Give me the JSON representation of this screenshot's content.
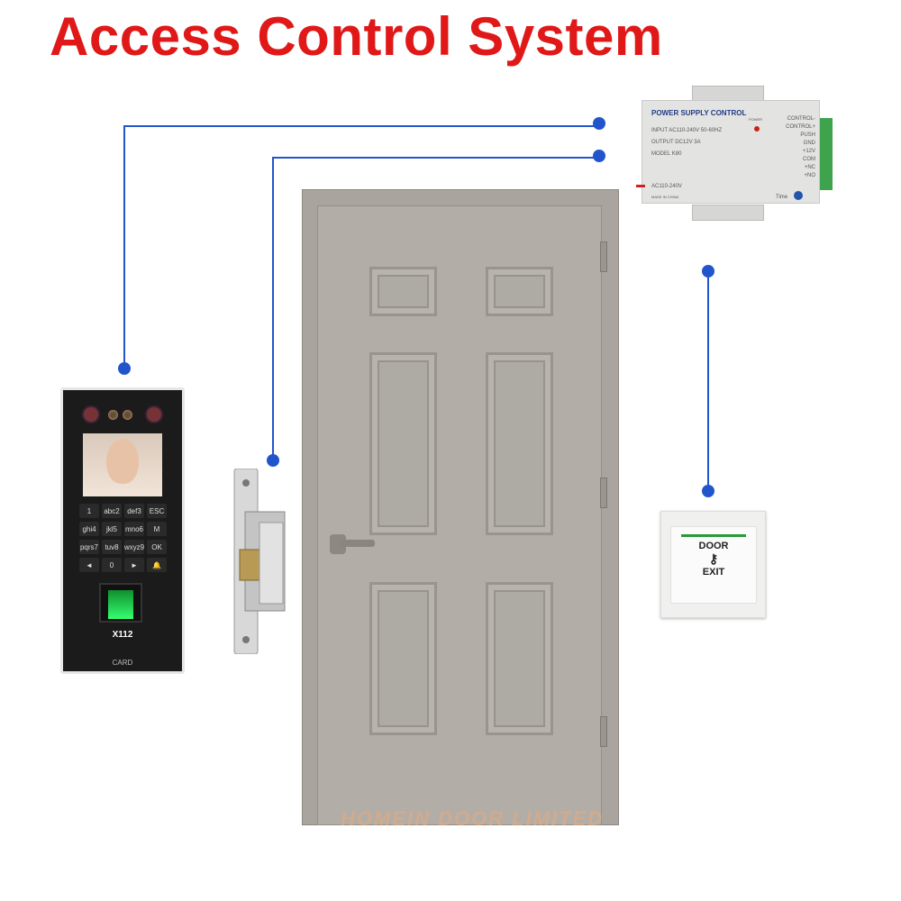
{
  "title": "Access Control System",
  "colors": {
    "title": "#e01818",
    "wire": "#2255cc"
  },
  "power_supply": {
    "heading": "POWER SUPPLY CONTROL",
    "input": "INPUT  AC110-240V  50-60HZ",
    "output": "OUTPUT  DC12V  3A",
    "model": "MODEL  K80",
    "ac": "AC110-240V",
    "made_in": "MADE IN CHINA",
    "power_led": "POWER",
    "time": "Time",
    "terminals": [
      "CONTROL-",
      "CONTROL+",
      "PUSH",
      "GND",
      "+12V",
      "COM",
      "+NC",
      "+NO"
    ]
  },
  "reader": {
    "keys": [
      "1",
      "abc2",
      "def3",
      "ESC",
      "ghi4",
      "jkl5",
      "mno6",
      "M",
      "pqrs7",
      "tuv8",
      "wxyz9",
      "OK",
      "◄",
      "0",
      "►",
      "🔔"
    ],
    "model": "X112",
    "brand": "CARD"
  },
  "exit_button": {
    "line1": "DOOR",
    "icon": "key-icon",
    "line2": "EXIT"
  },
  "watermark": "HOMEIN DOOR LIMITED"
}
